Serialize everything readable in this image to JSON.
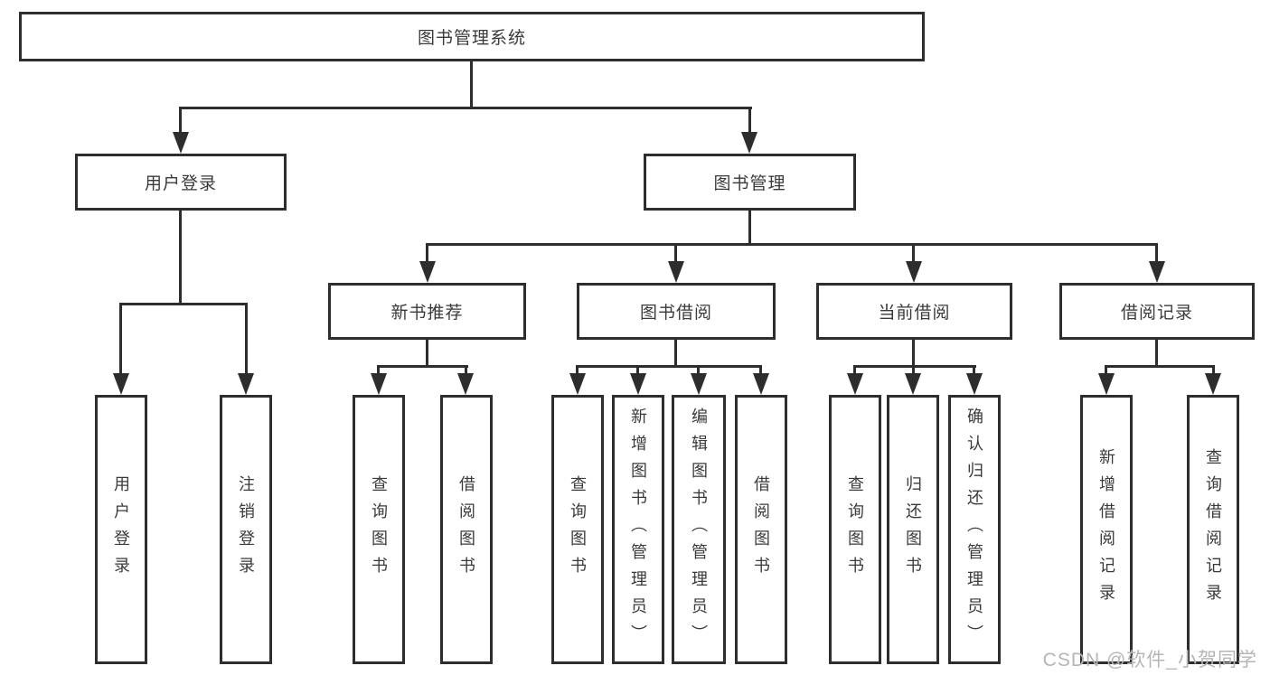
{
  "tree": {
    "root": {
      "label": "图书管理系统"
    },
    "branches": [
      {
        "label": "用户登录",
        "leaves": [
          {
            "label": "用户登录"
          },
          {
            "label": "注销登录"
          }
        ]
      },
      {
        "label": "图书管理",
        "groups": [
          {
            "label": "新书推荐",
            "leaves": [
              {
                "label": "查询图书"
              },
              {
                "label": "借阅图书"
              }
            ]
          },
          {
            "label": "图书借阅",
            "leaves": [
              {
                "label": "查询图书"
              },
              {
                "label": "新增图书（管理员）"
              },
              {
                "label": "编辑图书（管理员）"
              },
              {
                "label": "借阅图书"
              }
            ]
          },
          {
            "label": "当前借阅",
            "leaves": [
              {
                "label": "查询图书"
              },
              {
                "label": "归还图书"
              },
              {
                "label": "确认归还（管理员）"
              }
            ]
          },
          {
            "label": "借阅记录",
            "leaves": [
              {
                "label": "新增借阅记录"
              },
              {
                "label": "查询借阅记录"
              }
            ]
          }
        ]
      }
    ]
  },
  "watermark": {
    "text": "CSDN @软件_小贺同学"
  },
  "colors": {
    "line": "#2d2d2d",
    "text": "#3a3a3a",
    "watermark": "#b5b5b5",
    "bg": "#ffffff"
  }
}
